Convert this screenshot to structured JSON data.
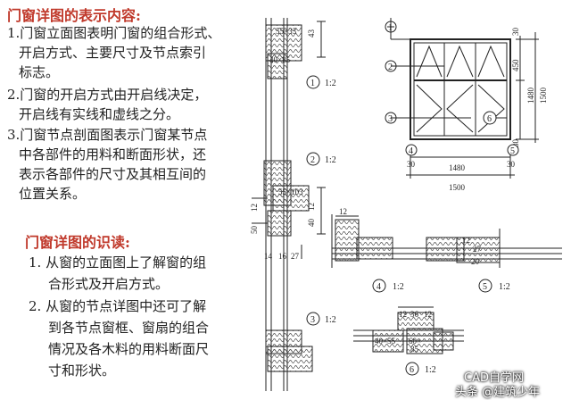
{
  "section1": {
    "title": "门窗详图的表示内容:",
    "items": [
      {
        "lines": [
          "1.门窗立面图表明门窗的组合形式、",
          "开启方式、主要尺寸及节点索引",
          "标志。"
        ]
      },
      {
        "lines": [
          "2.门窗的开启方式由开启线决定，",
          "开启线有实线和虚线之分。"
        ]
      },
      {
        "lines": [
          "3.门窗节点剖面图表示门窗某节点",
          "中各部件的用料和断面形状，还",
          "表示各部件的尺寸及其相互间的",
          "位置关系。"
        ]
      }
    ]
  },
  "section2": {
    "title": "门窗详图的识读:",
    "items": [
      {
        "lines": [
          "1. 从窗的立面图上了解窗的组",
          "合形式及开启方式。"
        ]
      },
      {
        "lines": [
          "2. 从窗的节点详图中还可了解",
          "到各节点窗框、窗扇的组合",
          "情况及各木料的用料断面尺",
          "寸和形状。"
        ]
      }
    ]
  },
  "labels": {
    "s1_size": "55×33",
    "s1_dim1": "43",
    "s1_dim2": "40×85",
    "s1_ref": "1",
    "s1_scale": "1:2",
    "s2_ref": "2",
    "s2_scale": "1:2",
    "s2_dim1": "55×103",
    "s2_dim2": "12",
    "s2_dim3": "40",
    "s2_dim4": "12",
    "s2_dim5": "50",
    "s2_dim6": "14",
    "s2_dim7": "16",
    "s2_dim8": "27",
    "s3_ref": "3",
    "s3_scale": "1:2",
    "elev_ref1": "1",
    "elev_ref2": "2",
    "elev_ref3": "3",
    "elev_ref6": "6",
    "elev_ref4": "4",
    "elev_ref5": "5",
    "elev_w1": "1480",
    "elev_w2": "1500",
    "elev_w3": "30",
    "elev_w4": "30",
    "elev_h1": "450",
    "elev_h2": "1500",
    "elev_h3": "1480",
    "elev_h4": "30",
    "elev_h5": "30",
    "d4_ref": "4",
    "d4_scale": "1:2",
    "d4_dim": "12",
    "d5_ref": "5",
    "d5_scale": "1:2",
    "d5_dim1": "12",
    "d5_dim2": "27",
    "d5_dim3": "20",
    "d6_dim1": "12",
    "d6_dim2": "36",
    "d6_dim3": "12",
    "d6_size1": "40×55",
    "d6_size2": "60×",
    "d6_size3": "85",
    "d6_ref": "6",
    "d6_scale": "1:2"
  },
  "watermark": {
    "top": "CAD自学网",
    "bottom": "头条 @建筑少年"
  }
}
